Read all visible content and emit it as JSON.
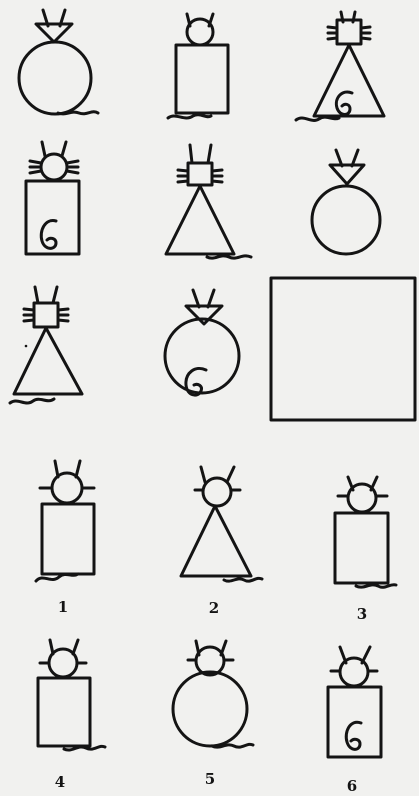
{
  "puzzle": {
    "title": "",
    "ink_color": "#141414",
    "paper_color": "#f1f1ef",
    "answer_box": {
      "shape": "square",
      "state": "empty"
    },
    "matrix_cells": [
      {
        "head": "circle",
        "ears": "triangle-hat",
        "body": "circle",
        "tail": "wavy",
        "curl": false
      },
      {
        "head": "circle",
        "ears": "ears",
        "body": "rectangle",
        "tail": "wavy",
        "curl": false
      },
      {
        "head": "square",
        "ears": "ears",
        "body": "triangle",
        "tail": "wavy",
        "curl": true
      },
      {
        "head": "circle",
        "ears": "ears",
        "body": "rectangle",
        "tail": "none",
        "curl": true
      },
      {
        "head": "square",
        "ears": "ears",
        "body": "triangle",
        "tail": "wavy",
        "curl": false
      },
      {
        "head": "circle",
        "ears": "triangle-hat",
        "body": "circle",
        "tail": "none",
        "curl": false
      },
      {
        "head": "square",
        "ears": "ears",
        "body": "triangle",
        "tail": "wavy",
        "curl": false
      },
      {
        "head": "circle",
        "ears": "triangle-hat",
        "body": "circle",
        "tail": "none",
        "curl": true
      }
    ],
    "options": [
      {
        "label": "1",
        "head": "circle",
        "body": "rectangle",
        "tail": "wavy",
        "curl": false
      },
      {
        "label": "2",
        "head": "circle",
        "body": "triangle",
        "tail": "wavy",
        "curl": false
      },
      {
        "label": "3",
        "head": "circle",
        "body": "rectangle",
        "tail": "wavy",
        "curl": false
      },
      {
        "label": "4",
        "head": "circle",
        "body": "rectangle",
        "tail": "wavy",
        "curl": false
      },
      {
        "label": "5",
        "head": "circle",
        "body": "circle",
        "tail": "wavy",
        "curl": false
      },
      {
        "label": "6",
        "head": "circle",
        "body": "rectangle",
        "tail": "none",
        "curl": true
      }
    ]
  }
}
